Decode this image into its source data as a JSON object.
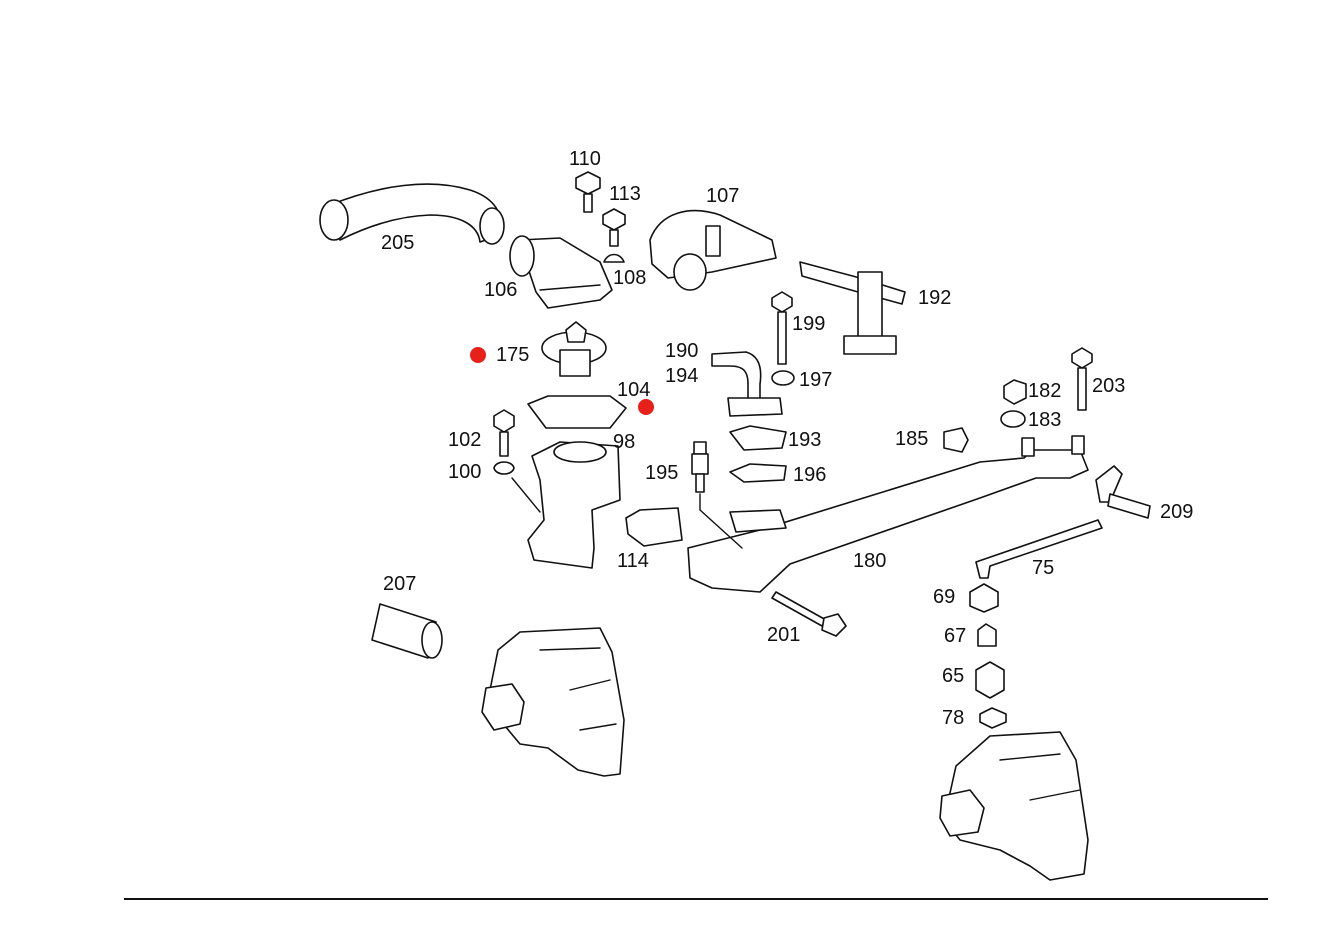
{
  "diagram": {
    "labels": {
      "p110": "110",
      "p113": "113",
      "p107": "107",
      "p205": "205",
      "p106": "106",
      "p108": "108",
      "p192": "192",
      "p199": "199",
      "p175": "175",
      "p190": "190",
      "p194": "194",
      "p197": "197",
      "p104": "104",
      "p182": "182",
      "p203": "203",
      "p183": "183",
      "p102": "102",
      "p98": "98",
      "p193": "193",
      "p185": "185",
      "p100": "100",
      "p195": "195",
      "p196": "196",
      "p209": "209",
      "p114": "114",
      "p180": "180",
      "p75": "75",
      "p207": "207",
      "p69": "69",
      "p201": "201",
      "p67": "67",
      "p65": "65",
      "p78": "78"
    },
    "marker_color": "#e8201a",
    "line_color": "#111111"
  }
}
